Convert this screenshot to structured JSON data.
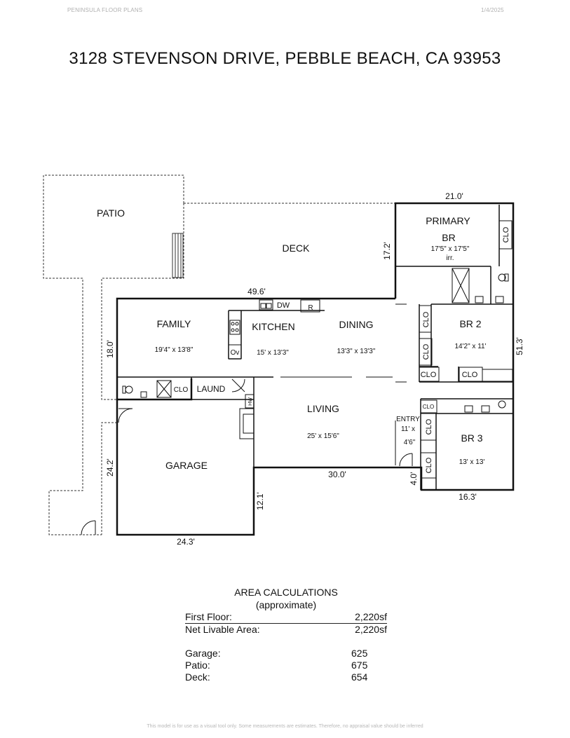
{
  "header": {
    "company": "PENINSULA FLOOR PLANS",
    "date": "1/4/2025",
    "title": "3128 STEVENSON DRIVE, PEBBLE BEACH, CA 93953"
  },
  "rooms": {
    "patio": "PATIO",
    "deck": "DECK",
    "primary_1": "PRIMARY",
    "primary_2": "BR",
    "primary_dim": "17'5\" x 17'5\"",
    "primary_irr": "irr.",
    "family": "FAMILY",
    "family_dim": "19'4\" x 13'8\"",
    "kitchen": "KITCHEN",
    "kitchen_dim": "15' x 13'3\"",
    "dining": "DINING",
    "dining_dim": "13'3\" x 13'3\"",
    "br2": "BR 2",
    "br2_dim": "14'2\" x 11'",
    "laund": "LAUND",
    "living": "LIVING",
    "living_dim": "25' x 15'6\"",
    "entry": "ENTRY",
    "entry_dim_1": "11' x",
    "entry_dim_2": "4'6\"",
    "br3": "BR 3",
    "br3_dim": "13' x 13'",
    "garage": "GARAGE",
    "clo": "CLO",
    "dw": "DW",
    "r": "R",
    "ov": "Ov",
    "hw": "HW"
  },
  "dimensions": {
    "d21_0": "21.0'",
    "d17_2": "17.2'",
    "d49_6": "49.6'",
    "d18_0": "18.0'",
    "d51_3": "51.3'",
    "d24_2": "24.2'",
    "d30_0": "30.0'",
    "d4_0": "4.0'",
    "d16_3": "16.3'",
    "d12_1": "12.1'",
    "d24_3": "24.3'"
  },
  "area": {
    "title": "AREA CALCULATIONS",
    "subtitle": "(approximate)",
    "first_floor_label": "First Floor:",
    "first_floor_value": "2,220sf",
    "net_label": "Net Livable Area:",
    "net_value": "2,220sf",
    "garage_label": "Garage:",
    "garage_value": "625",
    "patio_label": "Patio:",
    "patio_value": "675",
    "deck_label": "Deck:",
    "deck_value": "654"
  },
  "disclaimer": "This model is for use as a visual tool only. Some measurements are estimates. Therefore, no appraisal value should be inferred"
}
